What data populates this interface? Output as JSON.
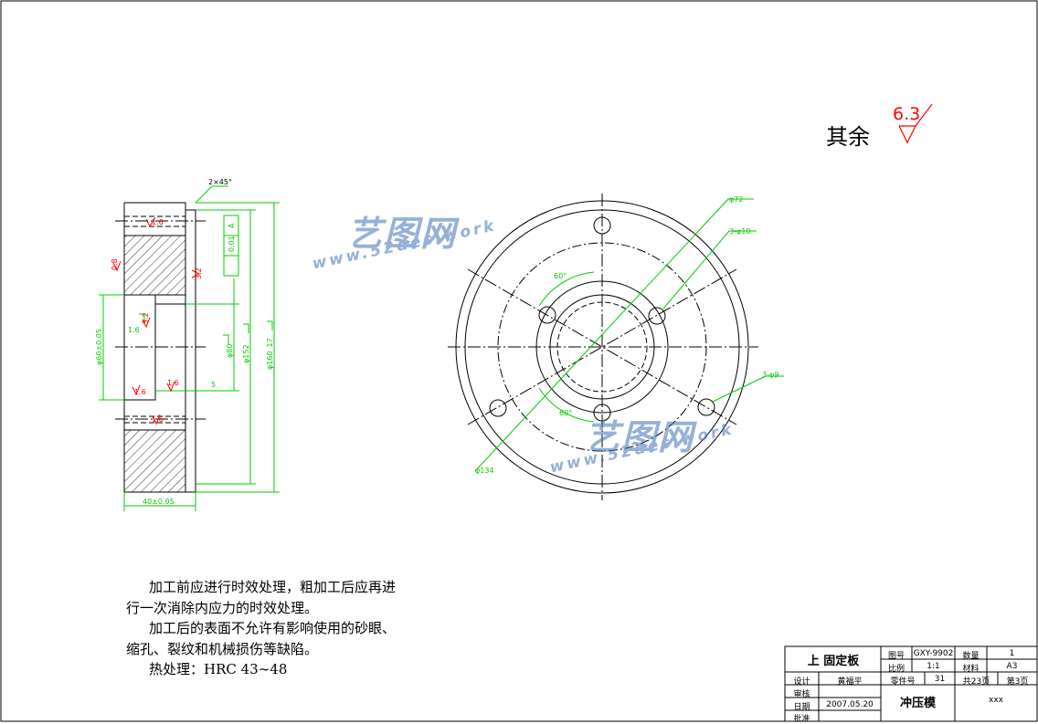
{
  "surface": {
    "label": "其余",
    "roughness": "6.3"
  },
  "section_view": {
    "chamfer": "2×45°",
    "flatness": "0.01",
    "datum": "A",
    "dims": {
      "bore": "φ60±0.05",
      "inner_step": "φ80",
      "pitch": "φ152",
      "outer": "φ160_17",
      "thickness": "40±0.05",
      "step_depth": "5"
    },
    "roughness_marks": [
      "1.6",
      "0.8",
      "3.2",
      "1.6",
      "1.6",
      "1.6",
      "1.6",
      "3.2"
    ]
  },
  "plan_view": {
    "dims": {
      "bolt_circle": "φ72",
      "holes_a": "3-φ10",
      "holes_b": "3-φ9",
      "angle_a": "60°",
      "angle_b": "60°",
      "pitch_dia": "φ134"
    }
  },
  "notes": [
    "加工前应进行时效处理，粗加工后应再进",
    "行一次消除内应力的时效处理。",
    "加工后的表面不允许有影响使用的砂眼、",
    "缩孔、裂纹和机械损伤等缺陷。",
    "热处理：HRC 43~48"
  ],
  "title_block": {
    "part_name": "上 固定板",
    "drawing_no_label": "图号",
    "drawing_no": "GXY-9902",
    "qty_label": "数量",
    "qty": "1",
    "scale_label": "比例",
    "scale": "1:1",
    "material_label": "材料",
    "material": "A3",
    "designer_label": "设计",
    "designer": "黄福平",
    "part_no_label": "零件号",
    "part_no": "31",
    "total_pages": "共23页",
    "page": "第3页",
    "review_label": "审核",
    "date_label": "日期",
    "date": "2007.05.20",
    "approve_label": "批准",
    "assembly": "冲压模",
    "company": "xxx"
  },
  "watermark": {
    "brand": "艺图网",
    "url": "www.52des.work"
  },
  "colors": {
    "line": "#000000",
    "dimension": "#00cc00",
    "roughness": "#ff0000"
  }
}
